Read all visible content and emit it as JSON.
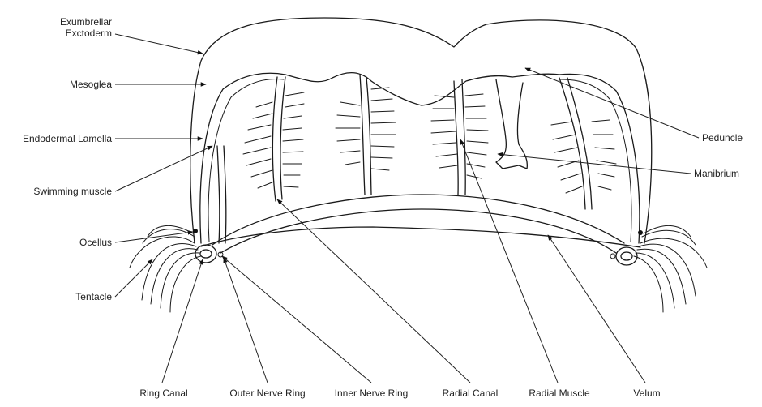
{
  "labels": {
    "exumbrellar": "Exumbrellar\nExctoderm",
    "mesoglea": "Mesoglea",
    "endodermal": "Endodermal Lamella",
    "swimming": "Swimming muscle",
    "ocellus": "Ocellus",
    "tentacle": "Tentacle",
    "peduncle": "Peduncle",
    "manibrium": "Manibrium",
    "ring_canal": "Ring Canal",
    "outer_nerve": "Outer Nerve Ring",
    "inner_nerve": "Inner Nerve Ring",
    "radial_canal": "Radial Canal",
    "radial_muscle": "Radial Muscle",
    "velum": "Velum"
  }
}
